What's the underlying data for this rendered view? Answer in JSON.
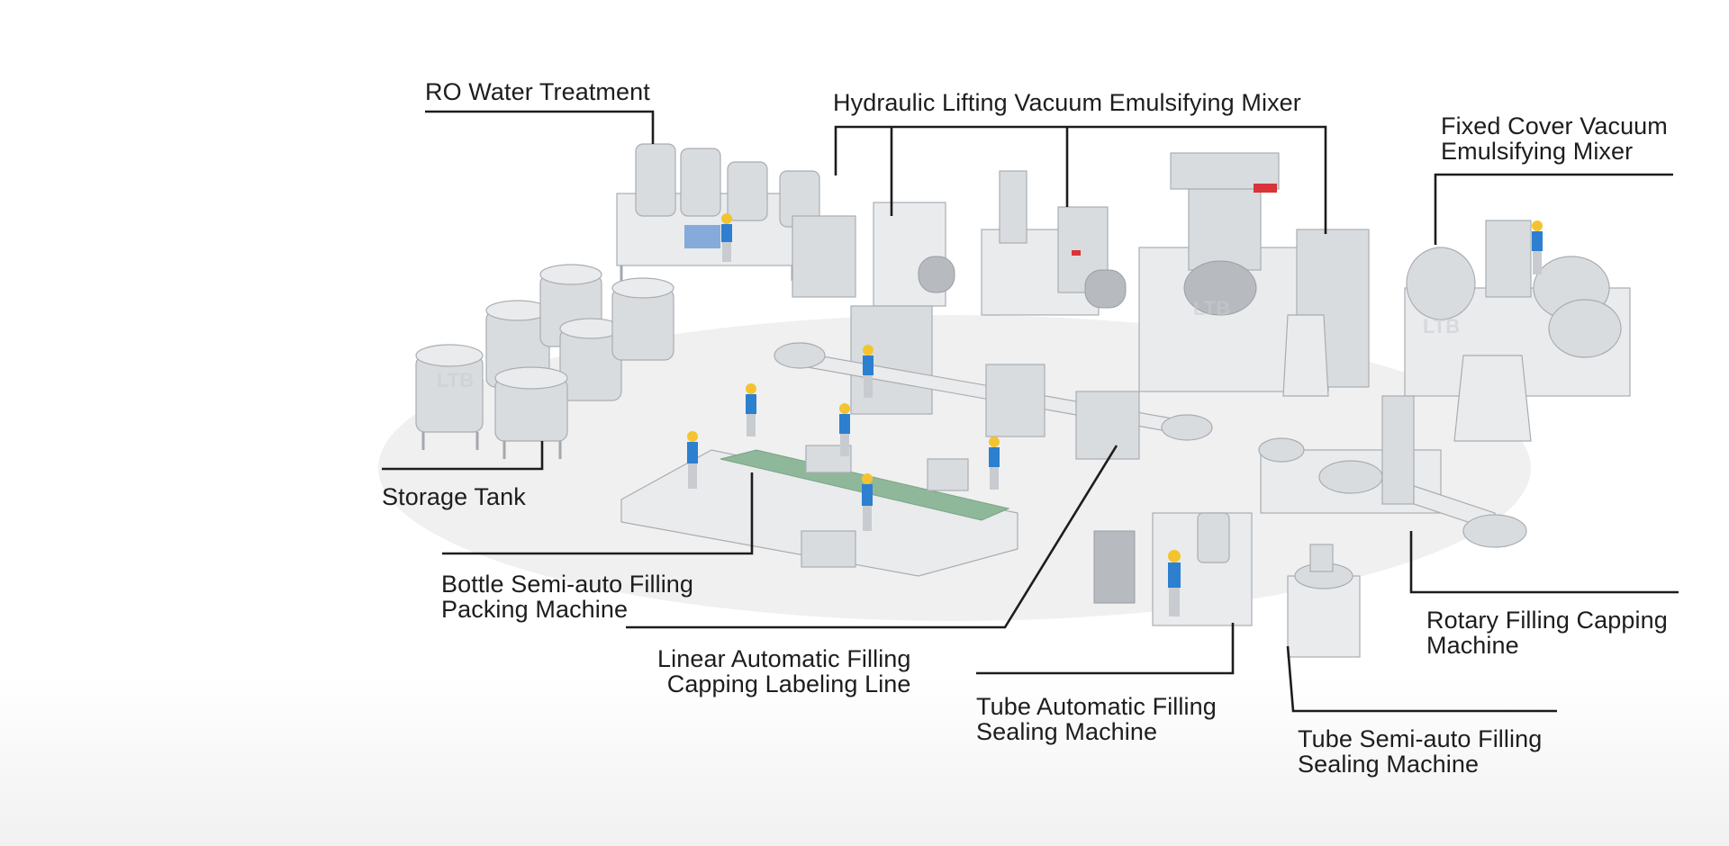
{
  "labels": {
    "ro_water": "RO Water Treatment",
    "hydraulic_mixer": "Hydraulic Lifting Vacuum Emulsifying Mixer",
    "fixed_cover_1": "Fixed Cover Vacuum",
    "fixed_cover_2": "Emulsifying Mixer",
    "storage_tank": "Storage Tank",
    "bottle_semi_1": "Bottle Semi-auto Filling",
    "bottle_semi_2": "Packing Machine",
    "linear_auto_1": "Linear Automatic Filling",
    "linear_auto_2": "Capping Labeling Line",
    "tube_auto_1": "Tube Automatic Filling",
    "tube_auto_2": "Sealing Machine",
    "tube_semi_1": "Tube Semi-auto Filling",
    "tube_semi_2": "Sealing Machine",
    "rotary_1": "Rotary Filling Capping",
    "rotary_2": "Machine"
  },
  "watermark": "LTB",
  "colors": {
    "text": "#1d1d1f",
    "steel": "#d9dcdf",
    "worker_shirt": "#2d7fd0",
    "helmet": "#f4c430",
    "belt": "#8fb89a",
    "brand_mark": "#d8343a"
  }
}
